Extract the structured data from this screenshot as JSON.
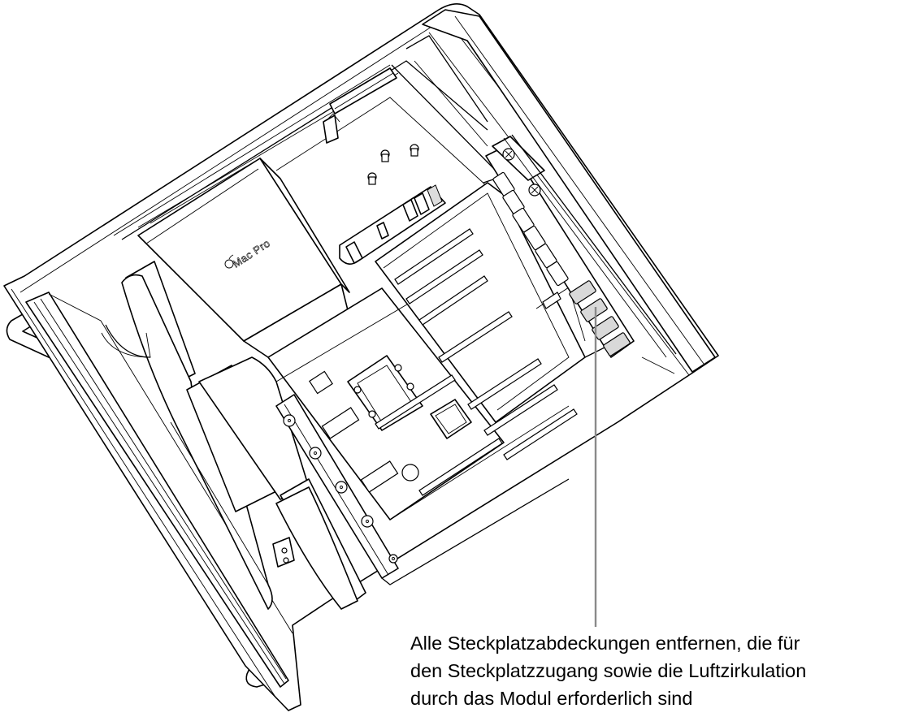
{
  "illustration": {
    "subject": "Mac Pro internal view, rack chassis with PCIe module",
    "brand_label": "Mac Pro",
    "logo": "apple-logo-icon",
    "colors": {
      "line": "#000000",
      "background": "#ffffff",
      "highlight_fill": "#d9d9d9",
      "callout_line": "#8a8a8a"
    },
    "highlighted_part": "slot-covers"
  },
  "callout": {
    "lines": [
      "Alle Steckplatzabdeckungen entfernen, die für",
      "den Steckplatzzugang sowie die Luftzirkulation",
      "durch das Modul erforderlich sind"
    ]
  }
}
